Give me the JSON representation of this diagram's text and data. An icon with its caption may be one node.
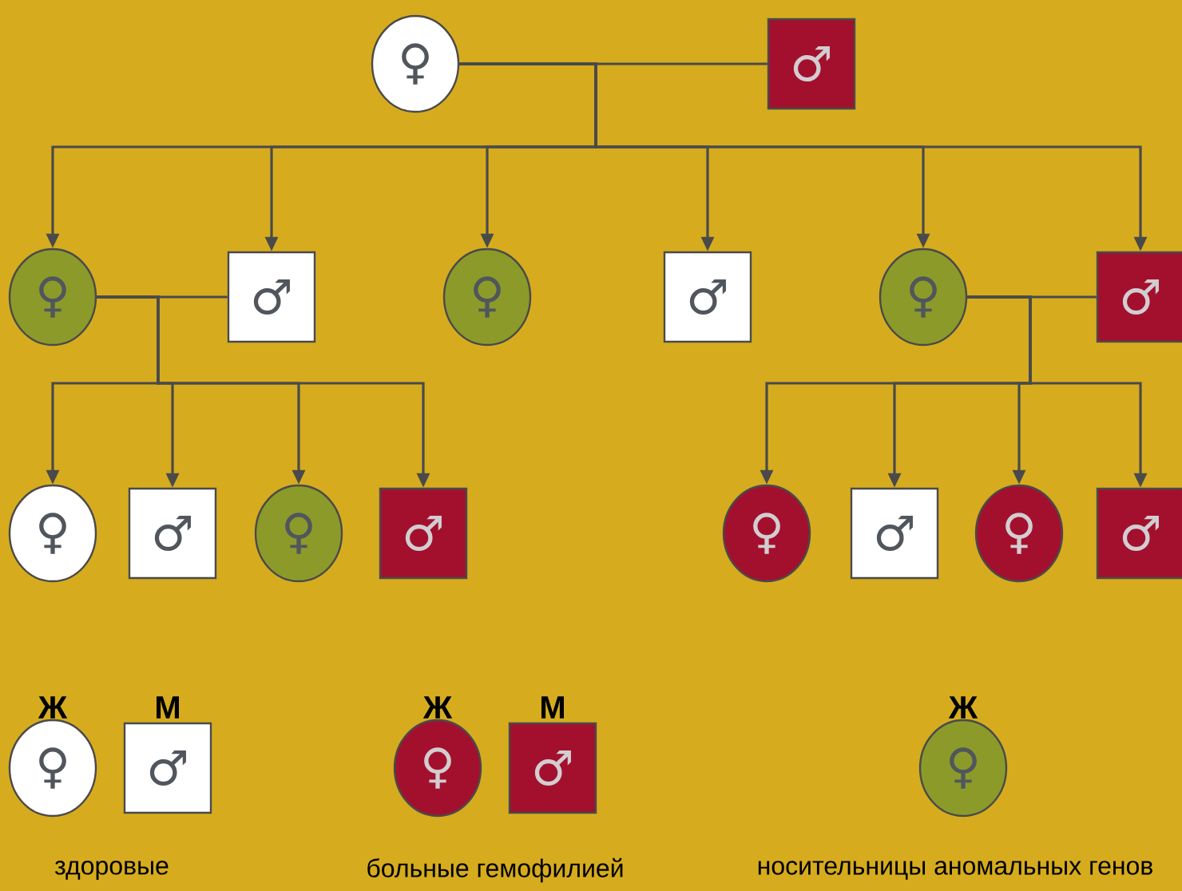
{
  "diagram": {
    "nodes": [
      {
        "text": [
          "♀"
        ]
      },
      {
        "text": [
          "♂"
        ]
      },
      {
        "text": [
          "♀"
        ]
      },
      {
        "text": [
          "♂"
        ]
      },
      {
        "text": [
          "♀"
        ]
      },
      {
        "text": [
          "♂"
        ]
      },
      {
        "text": [
          "♀"
        ]
      },
      {
        "text": [
          "♂"
        ]
      },
      {
        "text": [
          "♀"
        ]
      },
      {
        "text": [
          "♂"
        ]
      },
      {
        "text": [
          "♀"
        ]
      },
      {
        "text": [
          "♂"
        ]
      },
      {
        "text": [
          "♀"
        ]
      },
      {
        "text": [
          "♂"
        ]
      },
      {
        "text": [
          "♀"
        ]
      },
      {
        "text": [
          "♂"
        ]
      },
      {
        "text": [
          "♀"
        ]
      },
      {
        "text": [
          "♂"
        ]
      },
      {
        "text": [
          "♀"
        ]
      },
      {
        "text": [
          "♂"
        ]
      },
      {
        "text": [
          "♀"
        ]
      }
    ],
    "edges": [
      {
        "from": 0,
        "to": 1,
        "arrow": "none"
      },
      {
        "from": 0,
        "to": 2,
        "arrow": "to"
      },
      {
        "from": 0,
        "to": 3,
        "arrow": "to"
      },
      {
        "from": 0,
        "to": 4,
        "arrow": "to"
      },
      {
        "from": 0,
        "to": 5,
        "arrow": "to"
      },
      {
        "from": 0,
        "to": 6,
        "arrow": "to"
      },
      {
        "from": 0,
        "to": 7,
        "arrow": "to"
      },
      {
        "from": 2,
        "to": 3,
        "arrow": "none"
      },
      {
        "from": 2,
        "to": 8,
        "arrow": "to"
      },
      {
        "from": 2,
        "to": 9,
        "arrow": "to"
      },
      {
        "from": 2,
        "to": 10,
        "arrow": "to"
      },
      {
        "from": 2,
        "to": 11,
        "arrow": "to"
      },
      {
        "from": 6,
        "to": 7,
        "arrow": "none"
      },
      {
        "from": 6,
        "to": 12,
        "arrow": "to"
      },
      {
        "from": 6,
        "to": 13,
        "arrow": "to"
      },
      {
        "from": 6,
        "to": 14,
        "arrow": "to"
      },
      {
        "from": 6,
        "to": 15,
        "arrow": "to"
      }
    ],
    "labels": [
      "Ж",
      "М",
      "Ж",
      "М",
      "Ж"
    ],
    "legend": [
      {
        "text": "здоровые",
        "color": "#ffffff"
      },
      {
        "text": "больные гемофилией",
        "color": "#a3102e"
      },
      {
        "text": "носительницы аномальных генов",
        "color": "#8c9a2a"
      }
    ]
  }
}
